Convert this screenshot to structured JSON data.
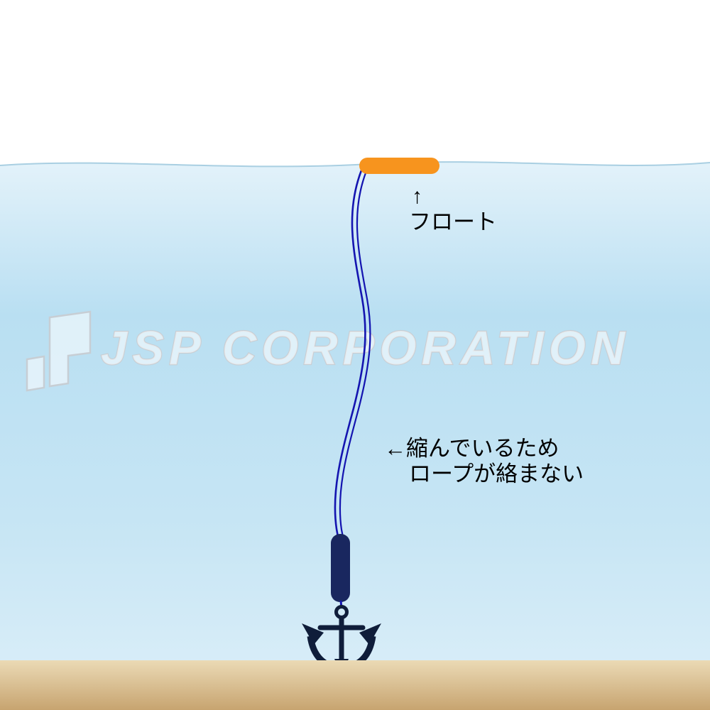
{
  "diagram": {
    "title_hidden": "",
    "float_arrow": "↑",
    "float_label": "フロート",
    "note_line1": "←縮んでいるため",
    "note_line2": "ロープが絡まない",
    "watermark": "JSP CORPORATION"
  },
  "colors": {
    "float": "#F7941E",
    "rope": "#1414B0",
    "spool": "#19275F",
    "anchor": "#0F1D3A",
    "water_light": "#E3F2FA",
    "water_mid": "#B9DFF2",
    "water_low": "#D8EDF8",
    "sand_top": "#EBDAB5",
    "sand_bottom": "#C7A470",
    "surface_line": "#A9CFE2",
    "watermark_outline": "#C7CED4"
  }
}
